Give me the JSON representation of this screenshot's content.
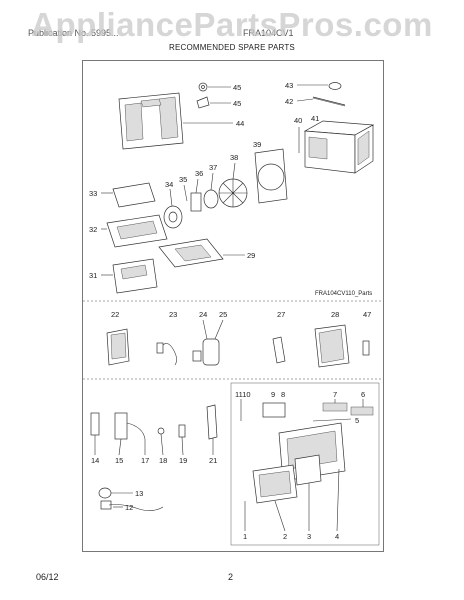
{
  "watermark": "AppliancePartsPros.com",
  "header": {
    "publication_left": "Publication No. 5995...",
    "publication_mid": "FRA104CV1",
    "title": "RECOMMENDED SPARE PARTS"
  },
  "model_label": "FRA104CV110_Parts",
  "parts": {
    "p1": "1",
    "p2": "2",
    "p3": "3",
    "p4": "4",
    "p5": "5",
    "p6": "6",
    "p7": "7",
    "p8": "8",
    "p9": "9",
    "p1110": "1110",
    "p12": "12",
    "p13": "13",
    "p14": "14",
    "p15": "15",
    "p17": "17",
    "p18": "18",
    "p19": "19",
    "p21": "21",
    "p22": "22",
    "p23": "23",
    "p24": "24",
    "p25": "25",
    "p27": "27",
    "p28": "28",
    "p29": "29",
    "p31": "31",
    "p32": "32",
    "p33": "33",
    "p34": "34",
    "p35": "35",
    "p36": "36",
    "p37": "37",
    "p38": "38",
    "p39": "39",
    "p40": "40",
    "p41": "41",
    "p42": "42",
    "p43": "43",
    "p44": "44",
    "p45a": "45",
    "p45b": "45",
    "p47": "47"
  },
  "footer": {
    "date": "06/12",
    "page": "2"
  }
}
